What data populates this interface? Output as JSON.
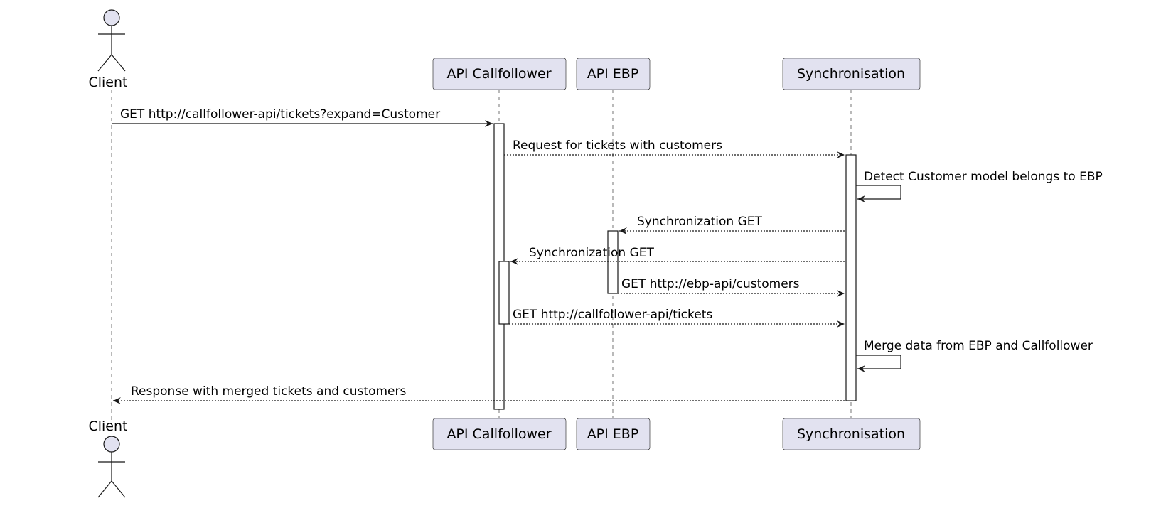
{
  "diagram": {
    "type": "sequence",
    "participants": {
      "client": {
        "label": "Client",
        "kind": "actor"
      },
      "callfollower": {
        "label": "API Callfollower",
        "kind": "participant"
      },
      "ebp": {
        "label": "API EBP",
        "kind": "participant"
      },
      "sync": {
        "label": "Synchronisation",
        "kind": "participant"
      }
    },
    "messages": [
      {
        "from": "client",
        "to": "callfollower",
        "label": "GET http://callfollower-api/tickets?expand=Customer",
        "style": "sync"
      },
      {
        "from": "callfollower",
        "to": "sync",
        "label": "Request for tickets with customers",
        "style": "return"
      },
      {
        "from": "sync",
        "to": "sync",
        "label": "Detect Customer model belongs to EBP",
        "style": "self"
      },
      {
        "from": "sync",
        "to": "ebp",
        "label": "Synchronization GET",
        "style": "return"
      },
      {
        "from": "sync",
        "to": "callfollower",
        "label": "Synchronization GET",
        "style": "return"
      },
      {
        "from": "ebp",
        "to": "sync",
        "label": "GET http://ebp-api/customers",
        "style": "return"
      },
      {
        "from": "callfollower",
        "to": "sync",
        "label": "GET http://callfollower-api/tickets",
        "style": "return"
      },
      {
        "from": "sync",
        "to": "sync",
        "label": "Merge data from EBP and Callfollower",
        "style": "self"
      },
      {
        "from": "sync",
        "to": "client",
        "label": "Response with merged tickets and customers",
        "style": "return"
      }
    ],
    "colors": {
      "participant_fill": "#e2e2f0",
      "line": "#181818",
      "background": "#ffffff"
    }
  }
}
